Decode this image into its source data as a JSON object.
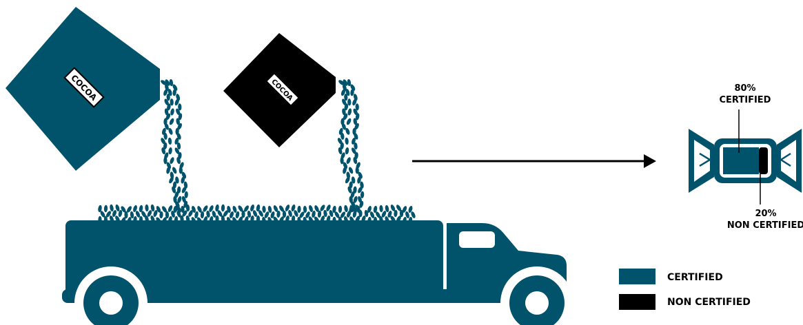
{
  "bags": [
    {
      "label": "COCOA",
      "color": "#00536b",
      "category": "certified"
    },
    {
      "label": "COCOA",
      "color": "#000000",
      "category": "non-certified"
    }
  ],
  "bar": {
    "top_label_line1": "80%",
    "top_label_line2": "CERTIFIED",
    "bottom_label_line1": "20%",
    "bottom_label_line2": "NON CERTIFIED",
    "certified_share": 0.8,
    "non_certified_share": 0.2
  },
  "legend": {
    "items": [
      {
        "label": "CERTIFIED",
        "color": "#00536b"
      },
      {
        "label": "NON CERTIFIED",
        "color": "#000000"
      }
    ]
  },
  "colors": {
    "certified": "#00536b",
    "non_certified": "#000000",
    "bean": "#00536b"
  },
  "icons": [
    "cocoa-bag-icon",
    "cocoa-bean-icon",
    "truck-icon",
    "arrow-right-icon",
    "chocolate-bar-icon"
  ]
}
